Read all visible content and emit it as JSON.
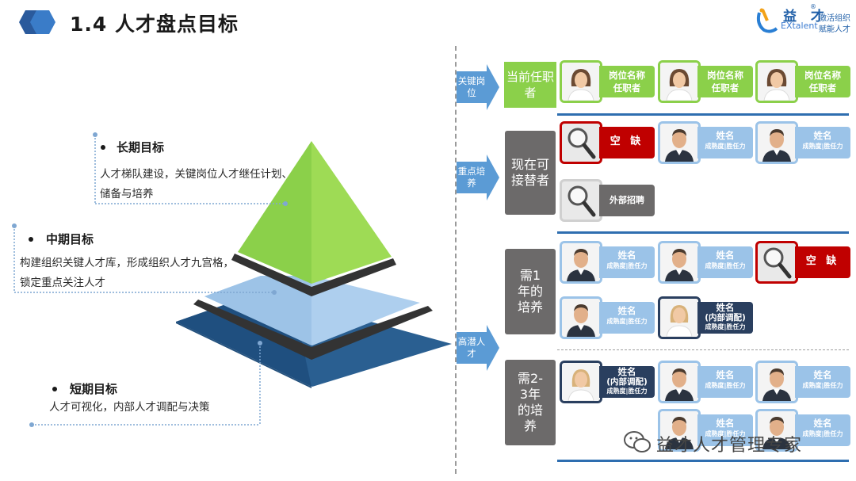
{
  "header": {
    "title": "1.4 人才盘点目标",
    "logo_cn": "益 才",
    "logo_en": "EXtalent",
    "logo_reg": "®",
    "slogan_line1": "激活组织",
    "slogan_line2": "赋能人才"
  },
  "goals": {
    "long_term": {
      "title": "长期目标",
      "desc_line1": "人才梯队建设，关键岗位人才继任计划、",
      "desc_line2": "储备与培养"
    },
    "mid_term": {
      "title": "中期目标",
      "desc_line1": "构建组织关键人才库，形成组织人才九宫格，",
      "desc_line2": "锁定重点关注人才"
    },
    "short_term": {
      "title": "短期目标",
      "desc_line1": "人才可视化，内部人才调配与决策"
    }
  },
  "categories": {
    "key_position": "关键岗位",
    "focus_training": "重点培养",
    "high_potential": "高潜人才"
  },
  "rows": {
    "incumbent": "当前任职者",
    "ready_now": "现在可接替者",
    "need_1yr": "需1年的培养",
    "need_2_3yr": "需2-3年的培养"
  },
  "cards": {
    "position_name": "岗位名称",
    "incumbent": "任职者",
    "vacant": "空 缺",
    "external": "外部招聘",
    "name": "姓名",
    "maturity": "成熟度|胜任力",
    "internal": "(内部调配)"
  },
  "watermark": "益才人才管理专家",
  "colors": {
    "green": "#8bd04a",
    "light_blue": "#9bc3e8",
    "blue": "#5b9bd5",
    "navy": "#2a3f5f",
    "red": "#c00000",
    "gray": "#6c6a6a",
    "line_blue": "#2e6eb0"
  }
}
